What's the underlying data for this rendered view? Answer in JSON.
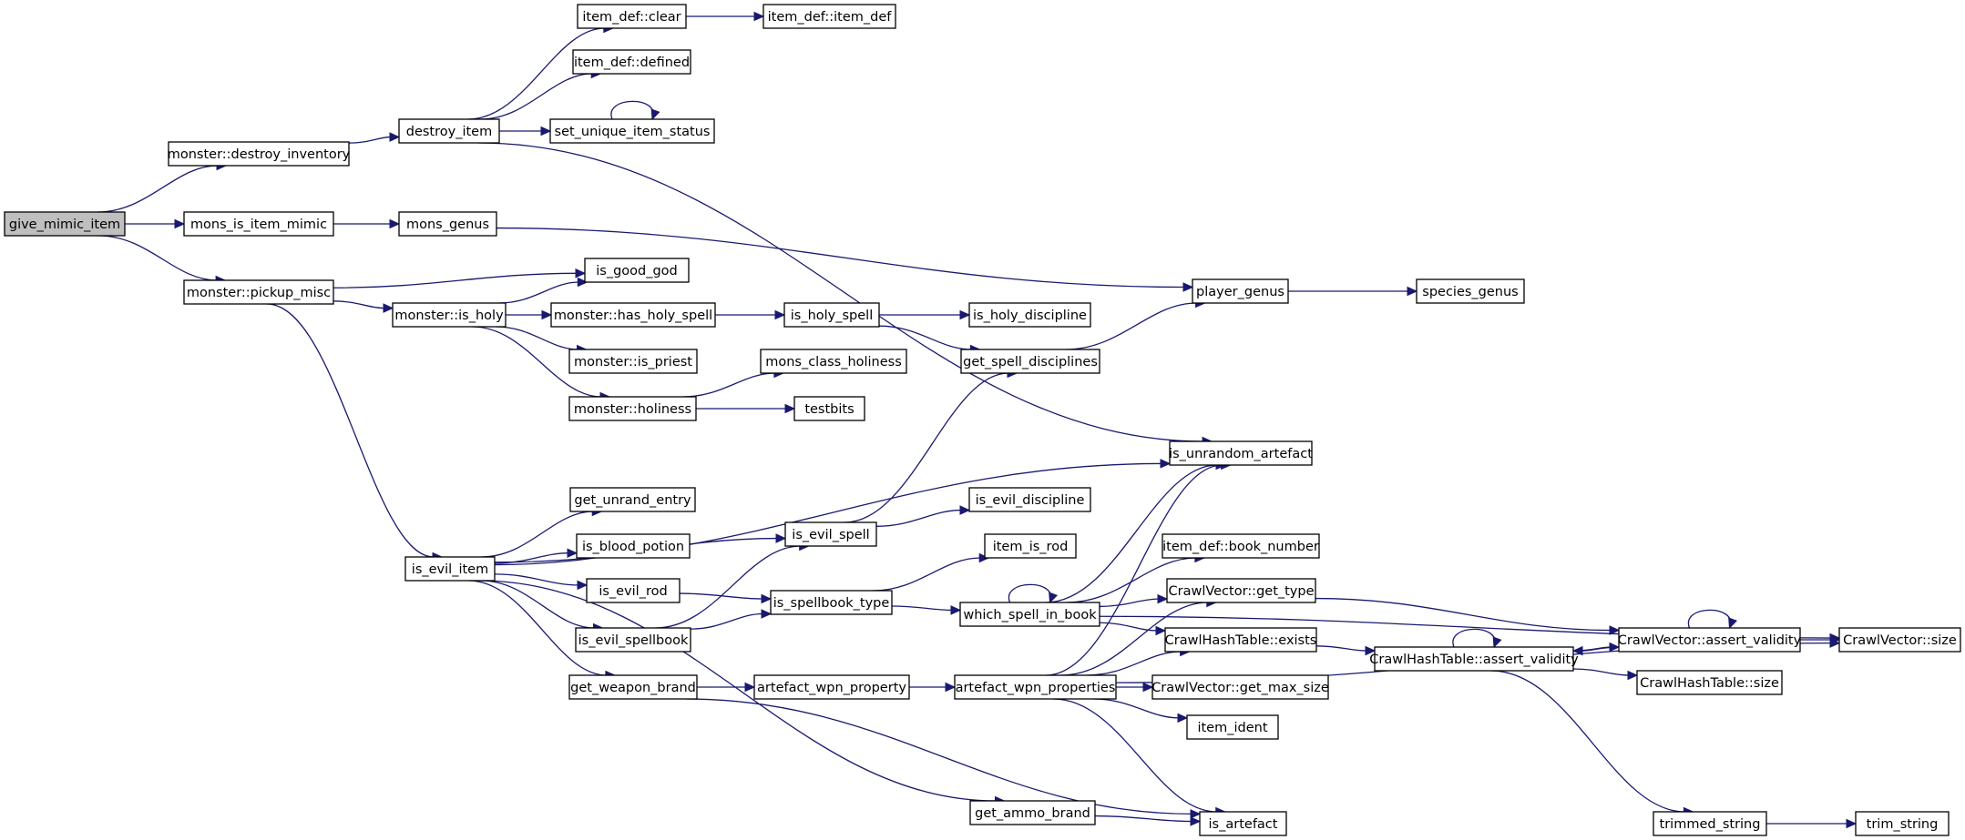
{
  "diagram": {
    "type": "call-graph",
    "root": "give_mimic_item",
    "nodes": [
      {
        "id": "give_mimic_item",
        "label": "give_mimic_item"
      },
      {
        "id": "destroy_inventory",
        "label": "monster::destroy_inventory"
      },
      {
        "id": "is_item_mimic",
        "label": "mons_is_item_mimic"
      },
      {
        "id": "pickup_misc",
        "label": "monster::pickup_misc"
      },
      {
        "id": "destroy_item",
        "label": "destroy_item"
      },
      {
        "id": "item_clear",
        "label": "item_def::clear"
      },
      {
        "id": "item_def_ctor",
        "label": "item_def::item_def"
      },
      {
        "id": "item_defined",
        "label": "item_def::defined"
      },
      {
        "id": "set_unique",
        "label": "set_unique_item_status"
      },
      {
        "id": "mons_genus",
        "label": "mons_genus"
      },
      {
        "id": "is_good_god",
        "label": "is_good_god"
      },
      {
        "id": "is_holy",
        "label": "monster::is_holy"
      },
      {
        "id": "has_holy_spell",
        "label": "monster::has_holy_spell"
      },
      {
        "id": "is_holy_spell",
        "label": "is_holy_spell"
      },
      {
        "id": "is_holy_discipline",
        "label": "is_holy_discipline"
      },
      {
        "id": "is_priest",
        "label": "monster::is_priest"
      },
      {
        "id": "get_spell_disciplines",
        "label": "get_spell_disciplines"
      },
      {
        "id": "mons_class_holiness",
        "label": "mons_class_holiness"
      },
      {
        "id": "holiness",
        "label": "monster::holiness"
      },
      {
        "id": "testbits",
        "label": "testbits"
      },
      {
        "id": "player_genus",
        "label": "player_genus"
      },
      {
        "id": "species_genus",
        "label": "species_genus"
      },
      {
        "id": "is_unrandom_artefact",
        "label": "is_unrandom_artefact"
      },
      {
        "id": "get_unrand_entry",
        "label": "get_unrand_entry"
      },
      {
        "id": "is_blood_potion",
        "label": "is_blood_potion"
      },
      {
        "id": "is_evil_item",
        "label": "is_evil_item"
      },
      {
        "id": "is_evil_spell",
        "label": "is_evil_spell"
      },
      {
        "id": "is_evil_discipline",
        "label": "is_evil_discipline"
      },
      {
        "id": "is_evil_rod",
        "label": "is_evil_rod"
      },
      {
        "id": "item_is_rod",
        "label": "item_is_rod"
      },
      {
        "id": "book_number",
        "label": "item_def::book_number"
      },
      {
        "id": "is_spellbook_type",
        "label": "is_spellbook_type"
      },
      {
        "id": "which_spell_in_book",
        "label": "which_spell_in_book"
      },
      {
        "id": "cv_get_type",
        "label": "CrawlVector::get_type"
      },
      {
        "id": "is_evil_spellbook",
        "label": "is_evil_spellbook"
      },
      {
        "id": "cht_exists",
        "label": "CrawlHashTable::exists"
      },
      {
        "id": "cht_assert",
        "label": "CrawlHashTable::assert_validity"
      },
      {
        "id": "cv_assert",
        "label": "CrawlVector::assert_validity"
      },
      {
        "id": "cv_size",
        "label": "CrawlVector::size"
      },
      {
        "id": "get_weapon_brand",
        "label": "get_weapon_brand"
      },
      {
        "id": "artefact_wpn_property",
        "label": "artefact_wpn_property"
      },
      {
        "id": "artefact_wpn_properties",
        "label": "artefact_wpn_properties"
      },
      {
        "id": "cv_get_max_size",
        "label": "CrawlVector::get_max_size"
      },
      {
        "id": "cht_size",
        "label": "CrawlHashTable::size"
      },
      {
        "id": "item_ident",
        "label": "item_ident"
      },
      {
        "id": "get_ammo_brand",
        "label": "get_ammo_brand"
      },
      {
        "id": "is_artefact",
        "label": "is_artefact"
      },
      {
        "id": "trimmed_string",
        "label": "trimmed_string"
      },
      {
        "id": "trim_string",
        "label": "trim_string"
      }
    ],
    "edges": [
      [
        "give_mimic_item",
        "destroy_inventory"
      ],
      [
        "give_mimic_item",
        "is_item_mimic"
      ],
      [
        "give_mimic_item",
        "pickup_misc"
      ],
      [
        "destroy_inventory",
        "destroy_item"
      ],
      [
        "destroy_item",
        "item_clear"
      ],
      [
        "destroy_item",
        "item_defined"
      ],
      [
        "destroy_item",
        "set_unique"
      ],
      [
        "destroy_item",
        "is_unrandom_artefact"
      ],
      [
        "item_clear",
        "item_def_ctor"
      ],
      [
        "set_unique",
        "set_unique"
      ],
      [
        "is_item_mimic",
        "mons_genus"
      ],
      [
        "mons_genus",
        "player_genus"
      ],
      [
        "pickup_misc",
        "is_good_god"
      ],
      [
        "pickup_misc",
        "is_holy"
      ],
      [
        "pickup_misc",
        "is_evil_item"
      ],
      [
        "is_holy",
        "is_good_god"
      ],
      [
        "is_holy",
        "has_holy_spell"
      ],
      [
        "is_holy",
        "is_priest"
      ],
      [
        "is_holy",
        "holiness"
      ],
      [
        "has_holy_spell",
        "is_holy_spell"
      ],
      [
        "is_holy_spell",
        "is_holy_discipline"
      ],
      [
        "is_holy_spell",
        "get_spell_disciplines"
      ],
      [
        "get_spell_disciplines",
        "player_genus"
      ],
      [
        "player_genus",
        "species_genus"
      ],
      [
        "holiness",
        "mons_class_holiness"
      ],
      [
        "holiness",
        "testbits"
      ],
      [
        "is_evil_item",
        "is_unrandom_artefact"
      ],
      [
        "is_evil_item",
        "get_unrand_entry"
      ],
      [
        "is_evil_item",
        "is_blood_potion"
      ],
      [
        "is_evil_item",
        "is_evil_spell"
      ],
      [
        "is_evil_item",
        "is_evil_rod"
      ],
      [
        "is_evil_item",
        "is_evil_spellbook"
      ],
      [
        "is_evil_item",
        "get_weapon_brand"
      ],
      [
        "is_evil_item",
        "get_ammo_brand"
      ],
      [
        "is_evil_spell",
        "get_spell_disciplines"
      ],
      [
        "is_evil_spell",
        "is_evil_discipline"
      ],
      [
        "is_evil_rod",
        "is_spellbook_type"
      ],
      [
        "is_evil_spellbook",
        "is_evil_spell"
      ],
      [
        "is_evil_spellbook",
        "is_spellbook_type"
      ],
      [
        "is_spellbook_type",
        "item_is_rod"
      ],
      [
        "is_spellbook_type",
        "which_spell_in_book"
      ],
      [
        "which_spell_in_book",
        "which_spell_in_book"
      ],
      [
        "which_spell_in_book",
        "is_unrandom_artefact"
      ],
      [
        "which_spell_in_book",
        "book_number"
      ],
      [
        "which_spell_in_book",
        "cv_get_type"
      ],
      [
        "which_spell_in_book",
        "cht_exists"
      ],
      [
        "which_spell_in_book",
        "cv_size"
      ],
      [
        "cv_get_type",
        "cv_assert"
      ],
      [
        "cht_exists",
        "cht_assert"
      ],
      [
        "cht_assert",
        "cht_assert"
      ],
      [
        "cht_assert",
        "cv_assert"
      ],
      [
        "cht_assert",
        "cht_size"
      ],
      [
        "cht_assert",
        "trimmed_string"
      ],
      [
        "cv_assert",
        "cv_assert"
      ],
      [
        "cv_assert",
        "cht_assert"
      ],
      [
        "cv_assert",
        "cv_size"
      ],
      [
        "get_weapon_brand",
        "artefact_wpn_property"
      ],
      [
        "get_weapon_brand",
        "is_artefact"
      ],
      [
        "artefact_wpn_property",
        "artefact_wpn_properties"
      ],
      [
        "artefact_wpn_properties",
        "cv_get_type"
      ],
      [
        "artefact_wpn_properties",
        "cht_exists"
      ],
      [
        "artefact_wpn_properties",
        "cv_get_max_size"
      ],
      [
        "artefact_wpn_properties",
        "item_ident"
      ],
      [
        "artefact_wpn_properties",
        "is_artefact"
      ],
      [
        "artefact_wpn_properties",
        "cv_size"
      ],
      [
        "artefact_wpn_properties",
        "is_unrandom_artefact"
      ],
      [
        "get_ammo_brand",
        "is_artefact"
      ],
      [
        "trimmed_string",
        "trim_string"
      ]
    ],
    "colors": {
      "edge": "#191970",
      "root_fill": "#bfbfbf",
      "node_fill": "#ffffff",
      "node_border": "#000000"
    }
  }
}
